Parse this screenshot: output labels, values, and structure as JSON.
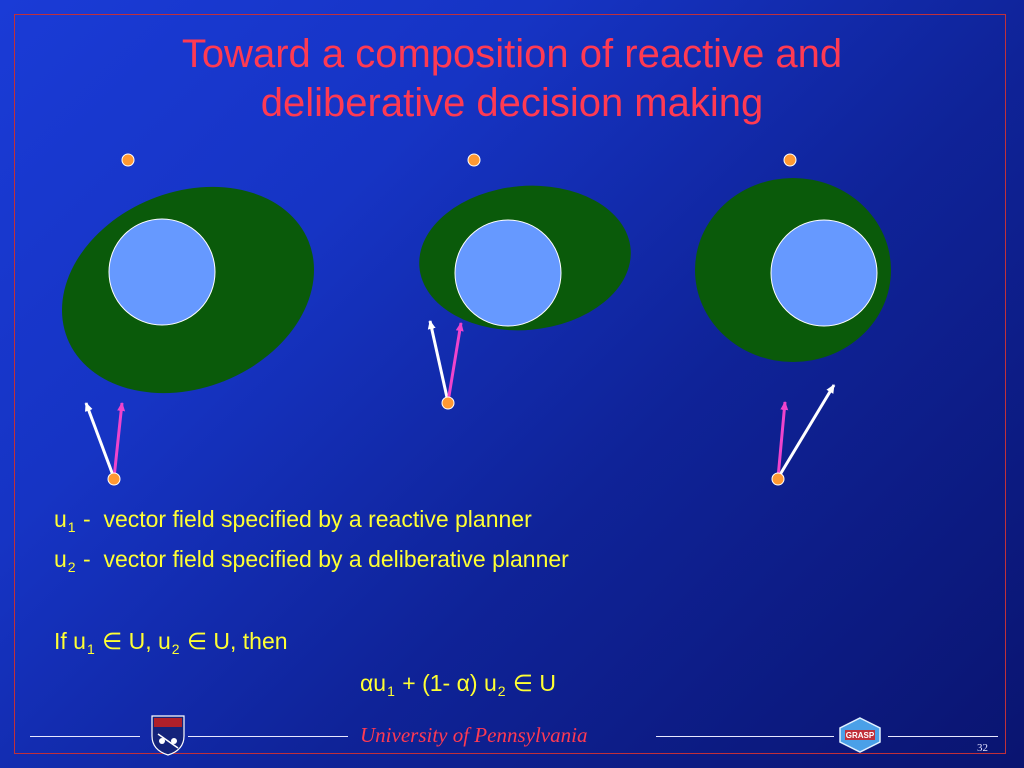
{
  "title": {
    "line1": "Toward a composition of reactive and",
    "line2": "deliberative decision making"
  },
  "definitions": [
    {
      "symbol": "u",
      "sub": "1",
      "dash": " -",
      "text": "vector field specified by a reactive planner"
    },
    {
      "symbol": "u",
      "sub": "2",
      "dash": " -",
      "text": "vector field specified by a deliberative planner"
    }
  ],
  "condition": {
    "prefix": "If u",
    "sub1": "1",
    "mid1": " ∈ U, u",
    "sub2": "2",
    "mid2": " ∈ U,  then"
  },
  "equation": {
    "a": "αu",
    "sub1": "1",
    "b": " + (1- α) u",
    "sub2": "2",
    "c": " ∈ U"
  },
  "footer": {
    "institution": "University of Pennsylvania",
    "slide_number": "32",
    "logo_label": "GRASP"
  },
  "colors": {
    "title": "#ff3a52",
    "body_text": "#ffff33",
    "region": "#0a5a0a",
    "obstacle": "#6699ff",
    "goal_dot": "#ff9933",
    "arrow_reactive": "#ffffff",
    "arrow_deliberative": "#ee44cc"
  }
}
